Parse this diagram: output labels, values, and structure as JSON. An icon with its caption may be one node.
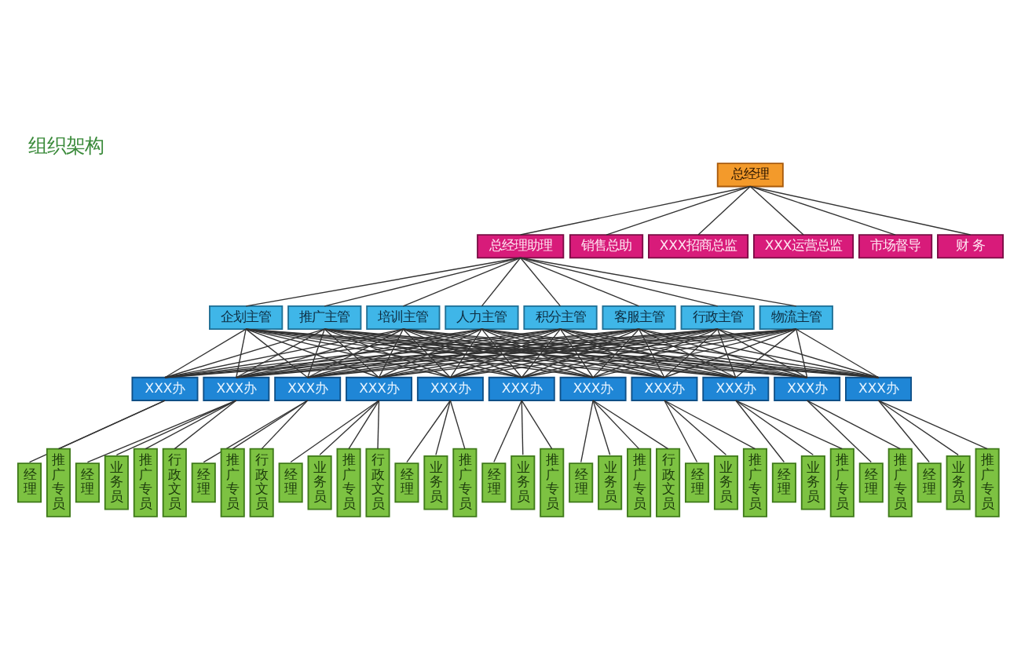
{
  "diagram": {
    "title": "组织架构",
    "nodes": [
      {
        "text": [
          "总经理"
        ]
      },
      {
        "text": [
          "总经理助理"
        ]
      },
      {
        "text": [
          "销售总助"
        ]
      },
      {
        "text": [
          "XXX招商总监"
        ]
      },
      {
        "text": [
          "XXX运营总监"
        ]
      },
      {
        "text": [
          "市场督导"
        ]
      },
      {
        "text": [
          "财 务"
        ]
      },
      {
        "text": [
          "企划主管"
        ]
      },
      {
        "text": [
          "推广主管"
        ]
      },
      {
        "text": [
          "培训主管"
        ]
      },
      {
        "text": [
          "人力主管"
        ]
      },
      {
        "text": [
          "积分主管"
        ]
      },
      {
        "text": [
          "客服主管"
        ]
      },
      {
        "text": [
          "行政主管"
        ]
      },
      {
        "text": [
          "物流主管"
        ]
      },
      {
        "text": [
          "XXX办"
        ]
      },
      {
        "text": [
          "XXX办"
        ]
      },
      {
        "text": [
          "XXX办"
        ]
      },
      {
        "text": [
          "XXX办"
        ]
      },
      {
        "text": [
          "XXX办"
        ]
      },
      {
        "text": [
          "XXX办"
        ]
      },
      {
        "text": [
          "XXX办"
        ]
      },
      {
        "text": [
          "XXX办"
        ]
      },
      {
        "text": [
          "XXX办"
        ]
      },
      {
        "text": [
          "XXX办"
        ]
      },
      {
        "text": [
          "XXX办"
        ]
      },
      {
        "text": [
          "经理"
        ]
      },
      {
        "text": [
          "推广专员"
        ]
      },
      {
        "text": [
          "经理"
        ]
      },
      {
        "text": [
          "业务员"
        ]
      },
      {
        "text": [
          "推广专员"
        ]
      },
      {
        "text": [
          "行政文员"
        ]
      },
      {
        "text": [
          "经理"
        ]
      },
      {
        "text": [
          "推广专员"
        ]
      },
      {
        "text": [
          "行政文员"
        ]
      },
      {
        "text": [
          "经理"
        ]
      },
      {
        "text": [
          "业务员"
        ]
      },
      {
        "text": [
          "推广专员"
        ]
      },
      {
        "text": [
          "行政文员"
        ]
      },
      {
        "text": [
          "经理"
        ]
      },
      {
        "text": [
          "业务员"
        ]
      },
      {
        "text": [
          "推广专员"
        ]
      },
      {
        "text": [
          "经理"
        ]
      },
      {
        "text": [
          "业务员"
        ]
      },
      {
        "text": [
          "推广专员"
        ]
      },
      {
        "text": [
          "经理"
        ]
      },
      {
        "text": [
          "业务员"
        ]
      },
      {
        "text": [
          "推广专员"
        ]
      },
      {
        "text": [
          "行政文员"
        ]
      },
      {
        "text": [
          "经理"
        ]
      },
      {
        "text": [
          "业务员"
        ]
      },
      {
        "text": [
          "推广专员"
        ]
      },
      {
        "text": [
          "经理"
        ]
      },
      {
        "text": [
          "业务员"
        ]
      },
      {
        "text": [
          "推广专员"
        ]
      },
      {
        "text": [
          "经理"
        ]
      },
      {
        "text": [
          "推广专员"
        ]
      },
      {
        "text": [
          "经理"
        ]
      },
      {
        "text": [
          "业务员"
        ]
      },
      {
        "text": [
          "推广专员"
        ]
      }
    ],
    "edges": [
      {
        "from": 0,
        "to": 1,
        "arrow": "none"
      },
      {
        "from": 0,
        "to": 2,
        "arrow": "none"
      },
      {
        "from": 0,
        "to": 3,
        "arrow": "none"
      },
      {
        "from": 0,
        "to": 4,
        "arrow": "none"
      },
      {
        "from": 0,
        "to": 5,
        "arrow": "none"
      },
      {
        "from": 0,
        "to": 6,
        "arrow": "none"
      },
      {
        "from": 1,
        "to": 7,
        "arrow": "none"
      },
      {
        "from": 1,
        "to": 8,
        "arrow": "none"
      },
      {
        "from": 1,
        "to": 9,
        "arrow": "none"
      },
      {
        "from": 1,
        "to": 10,
        "arrow": "none"
      },
      {
        "from": 1,
        "to": 11,
        "arrow": "none"
      },
      {
        "from": 1,
        "to": 12,
        "arrow": "none"
      },
      {
        "from": 1,
        "to": 13,
        "arrow": "none"
      },
      {
        "from": 1,
        "to": 14,
        "arrow": "none"
      },
      {
        "from": 7,
        "to": 15,
        "arrow": "none"
      },
      {
        "from": 7,
        "to": 16,
        "arrow": "none"
      },
      {
        "from": 7,
        "to": 17,
        "arrow": "none"
      },
      {
        "from": 7,
        "to": 18,
        "arrow": "none"
      },
      {
        "from": 7,
        "to": 19,
        "arrow": "none"
      },
      {
        "from": 7,
        "to": 20,
        "arrow": "none"
      },
      {
        "from": 7,
        "to": 21,
        "arrow": "none"
      },
      {
        "from": 7,
        "to": 22,
        "arrow": "none"
      },
      {
        "from": 7,
        "to": 23,
        "arrow": "none"
      },
      {
        "from": 7,
        "to": 24,
        "arrow": "none"
      },
      {
        "from": 7,
        "to": 25,
        "arrow": "none"
      },
      {
        "from": 8,
        "to": 15,
        "arrow": "none"
      },
      {
        "from": 8,
        "to": 16,
        "arrow": "none"
      },
      {
        "from": 8,
        "to": 17,
        "arrow": "none"
      },
      {
        "from": 8,
        "to": 18,
        "arrow": "none"
      },
      {
        "from": 8,
        "to": 19,
        "arrow": "none"
      },
      {
        "from": 8,
        "to": 20,
        "arrow": "none"
      },
      {
        "from": 8,
        "to": 21,
        "arrow": "none"
      },
      {
        "from": 8,
        "to": 22,
        "arrow": "none"
      },
      {
        "from": 8,
        "to": 23,
        "arrow": "none"
      },
      {
        "from": 8,
        "to": 24,
        "arrow": "none"
      },
      {
        "from": 8,
        "to": 25,
        "arrow": "none"
      },
      {
        "from": 9,
        "to": 15,
        "arrow": "none"
      },
      {
        "from": 9,
        "to": 16,
        "arrow": "none"
      },
      {
        "from": 9,
        "to": 17,
        "arrow": "none"
      },
      {
        "from": 9,
        "to": 18,
        "arrow": "none"
      },
      {
        "from": 9,
        "to": 19,
        "arrow": "none"
      },
      {
        "from": 9,
        "to": 20,
        "arrow": "none"
      },
      {
        "from": 9,
        "to": 21,
        "arrow": "none"
      },
      {
        "from": 9,
        "to": 22,
        "arrow": "none"
      },
      {
        "from": 9,
        "to": 23,
        "arrow": "none"
      },
      {
        "from": 9,
        "to": 24,
        "arrow": "none"
      },
      {
        "from": 9,
        "to": 25,
        "arrow": "none"
      },
      {
        "from": 10,
        "to": 15,
        "arrow": "none"
      },
      {
        "from": 10,
        "to": 16,
        "arrow": "none"
      },
      {
        "from": 10,
        "to": 17,
        "arrow": "none"
      },
      {
        "from": 10,
        "to": 18,
        "arrow": "none"
      },
      {
        "from": 10,
        "to": 19,
        "arrow": "none"
      },
      {
        "from": 10,
        "to": 20,
        "arrow": "none"
      },
      {
        "from": 10,
        "to": 21,
        "arrow": "none"
      },
      {
        "from": 10,
        "to": 22,
        "arrow": "none"
      },
      {
        "from": 10,
        "to": 23,
        "arrow": "none"
      },
      {
        "from": 10,
        "to": 24,
        "arrow": "none"
      },
      {
        "from": 10,
        "to": 25,
        "arrow": "none"
      },
      {
        "from": 11,
        "to": 15,
        "arrow": "none"
      },
      {
        "from": 11,
        "to": 16,
        "arrow": "none"
      },
      {
        "from": 11,
        "to": 17,
        "arrow": "none"
      },
      {
        "from": 11,
        "to": 18,
        "arrow": "none"
      },
      {
        "from": 11,
        "to": 19,
        "arrow": "none"
      },
      {
        "from": 11,
        "to": 20,
        "arrow": "none"
      },
      {
        "from": 11,
        "to": 21,
        "arrow": "none"
      },
      {
        "from": 11,
        "to": 22,
        "arrow": "none"
      },
      {
        "from": 11,
        "to": 23,
        "arrow": "none"
      },
      {
        "from": 11,
        "to": 24,
        "arrow": "none"
      },
      {
        "from": 11,
        "to": 25,
        "arrow": "none"
      },
      {
        "from": 12,
        "to": 15,
        "arrow": "none"
      },
      {
        "from": 12,
        "to": 16,
        "arrow": "none"
      },
      {
        "from": 12,
        "to": 17,
        "arrow": "none"
      },
      {
        "from": 12,
        "to": 18,
        "arrow": "none"
      },
      {
        "from": 12,
        "to": 19,
        "arrow": "none"
      },
      {
        "from": 12,
        "to": 20,
        "arrow": "none"
      },
      {
        "from": 12,
        "to": 21,
        "arrow": "none"
      },
      {
        "from": 12,
        "to": 22,
        "arrow": "none"
      },
      {
        "from": 12,
        "to": 23,
        "arrow": "none"
      },
      {
        "from": 12,
        "to": 24,
        "arrow": "none"
      },
      {
        "from": 12,
        "to": 25,
        "arrow": "none"
      },
      {
        "from": 13,
        "to": 15,
        "arrow": "none"
      },
      {
        "from": 13,
        "to": 16,
        "arrow": "none"
      },
      {
        "from": 13,
        "to": 17,
        "arrow": "none"
      },
      {
        "from": 13,
        "to": 18,
        "arrow": "none"
      },
      {
        "from": 13,
        "to": 19,
        "arrow": "none"
      },
      {
        "from": 13,
        "to": 20,
        "arrow": "none"
      },
      {
        "from": 13,
        "to": 21,
        "arrow": "none"
      },
      {
        "from": 13,
        "to": 22,
        "arrow": "none"
      },
      {
        "from": 13,
        "to": 23,
        "arrow": "none"
      },
      {
        "from": 13,
        "to": 24,
        "arrow": "none"
      },
      {
        "from": 13,
        "to": 25,
        "arrow": "none"
      },
      {
        "from": 14,
        "to": 15,
        "arrow": "none"
      },
      {
        "from": 14,
        "to": 16,
        "arrow": "none"
      },
      {
        "from": 14,
        "to": 17,
        "arrow": "none"
      },
      {
        "from": 14,
        "to": 18,
        "arrow": "none"
      },
      {
        "from": 14,
        "to": 19,
        "arrow": "none"
      },
      {
        "from": 14,
        "to": 20,
        "arrow": "none"
      },
      {
        "from": 14,
        "to": 21,
        "arrow": "none"
      },
      {
        "from": 14,
        "to": 22,
        "arrow": "none"
      },
      {
        "from": 14,
        "to": 23,
        "arrow": "none"
      },
      {
        "from": 14,
        "to": 24,
        "arrow": "none"
      },
      {
        "from": 14,
        "to": 25,
        "arrow": "none"
      },
      {
        "from": 15,
        "to": 26,
        "arrow": "none"
      },
      {
        "from": 15,
        "to": 27,
        "arrow": "none"
      },
      {
        "from": 16,
        "to": 28,
        "arrow": "none"
      },
      {
        "from": 16,
        "to": 29,
        "arrow": "none"
      },
      {
        "from": 16,
        "to": 30,
        "arrow": "none"
      },
      {
        "from": 16,
        "to": 31,
        "arrow": "none"
      },
      {
        "from": 17,
        "to": 32,
        "arrow": "none"
      },
      {
        "from": 17,
        "to": 33,
        "arrow": "none"
      },
      {
        "from": 17,
        "to": 34,
        "arrow": "none"
      },
      {
        "from": 18,
        "to": 35,
        "arrow": "none"
      },
      {
        "from": 18,
        "to": 36,
        "arrow": "none"
      },
      {
        "from": 18,
        "to": 37,
        "arrow": "none"
      },
      {
        "from": 18,
        "to": 38,
        "arrow": "none"
      },
      {
        "from": 19,
        "to": 39,
        "arrow": "none"
      },
      {
        "from": 19,
        "to": 40,
        "arrow": "none"
      },
      {
        "from": 19,
        "to": 41,
        "arrow": "none"
      },
      {
        "from": 20,
        "to": 42,
        "arrow": "none"
      },
      {
        "from": 20,
        "to": 43,
        "arrow": "none"
      },
      {
        "from": 20,
        "to": 44,
        "arrow": "none"
      },
      {
        "from": 21,
        "to": 45,
        "arrow": "none"
      },
      {
        "from": 21,
        "to": 46,
        "arrow": "none"
      },
      {
        "from": 21,
        "to": 47,
        "arrow": "none"
      },
      {
        "from": 21,
        "to": 48,
        "arrow": "none"
      },
      {
        "from": 22,
        "to": 49,
        "arrow": "none"
      },
      {
        "from": 22,
        "to": 50,
        "arrow": "none"
      },
      {
        "from": 22,
        "to": 51,
        "arrow": "none"
      },
      {
        "from": 23,
        "to": 52,
        "arrow": "none"
      },
      {
        "from": 23,
        "to": 53,
        "arrow": "none"
      },
      {
        "from": 23,
        "to": 54,
        "arrow": "none"
      },
      {
        "from": 24,
        "to": 55,
        "arrow": "none"
      },
      {
        "from": 24,
        "to": 56,
        "arrow": "none"
      },
      {
        "from": 25,
        "to": 57,
        "arrow": "none"
      },
      {
        "from": 25,
        "to": 58,
        "arrow": "none"
      },
      {
        "from": 25,
        "to": 59,
        "arrow": "none"
      }
    ]
  }
}
